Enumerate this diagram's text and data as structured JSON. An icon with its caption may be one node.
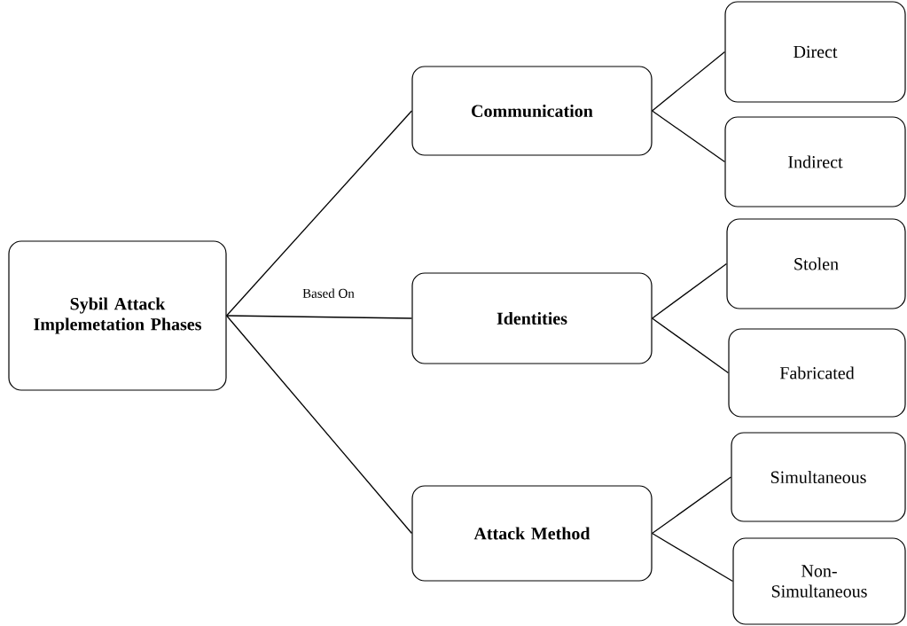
{
  "diagram": {
    "nodes": [
      {
        "text": [
          "Sybil Attack Implemetation Phases"
        ]
      },
      {
        "text": [
          "Communication"
        ]
      },
      {
        "text": [
          "Identities"
        ]
      },
      {
        "text": [
          "Attack Method"
        ]
      },
      {
        "text": [
          "Direct"
        ]
      },
      {
        "text": [
          "Indirect"
        ]
      },
      {
        "text": [
          "Stolen"
        ]
      },
      {
        "text": [
          "Fabricated"
        ]
      },
      {
        "text": [
          "Simultaneous"
        ]
      },
      {
        "text": [
          "Non-Simultaneous"
        ]
      }
    ],
    "edges": [
      {
        "from": 0,
        "to": 1,
        "arrow": "none"
      },
      {
        "from": 0,
        "to": 2,
        "arrow": "none",
        "label": "Based On"
      },
      {
        "from": 0,
        "to": 3,
        "arrow": "none"
      },
      {
        "from": 1,
        "to": 4,
        "arrow": "none"
      },
      {
        "from": 1,
        "to": 5,
        "arrow": "none"
      },
      {
        "from": 2,
        "to": 6,
        "arrow": "none"
      },
      {
        "from": 2,
        "to": 7,
        "arrow": "none"
      },
      {
        "from": 3,
        "to": 8,
        "arrow": "none"
      },
      {
        "from": 3,
        "to": 9,
        "arrow": "none"
      }
    ]
  }
}
